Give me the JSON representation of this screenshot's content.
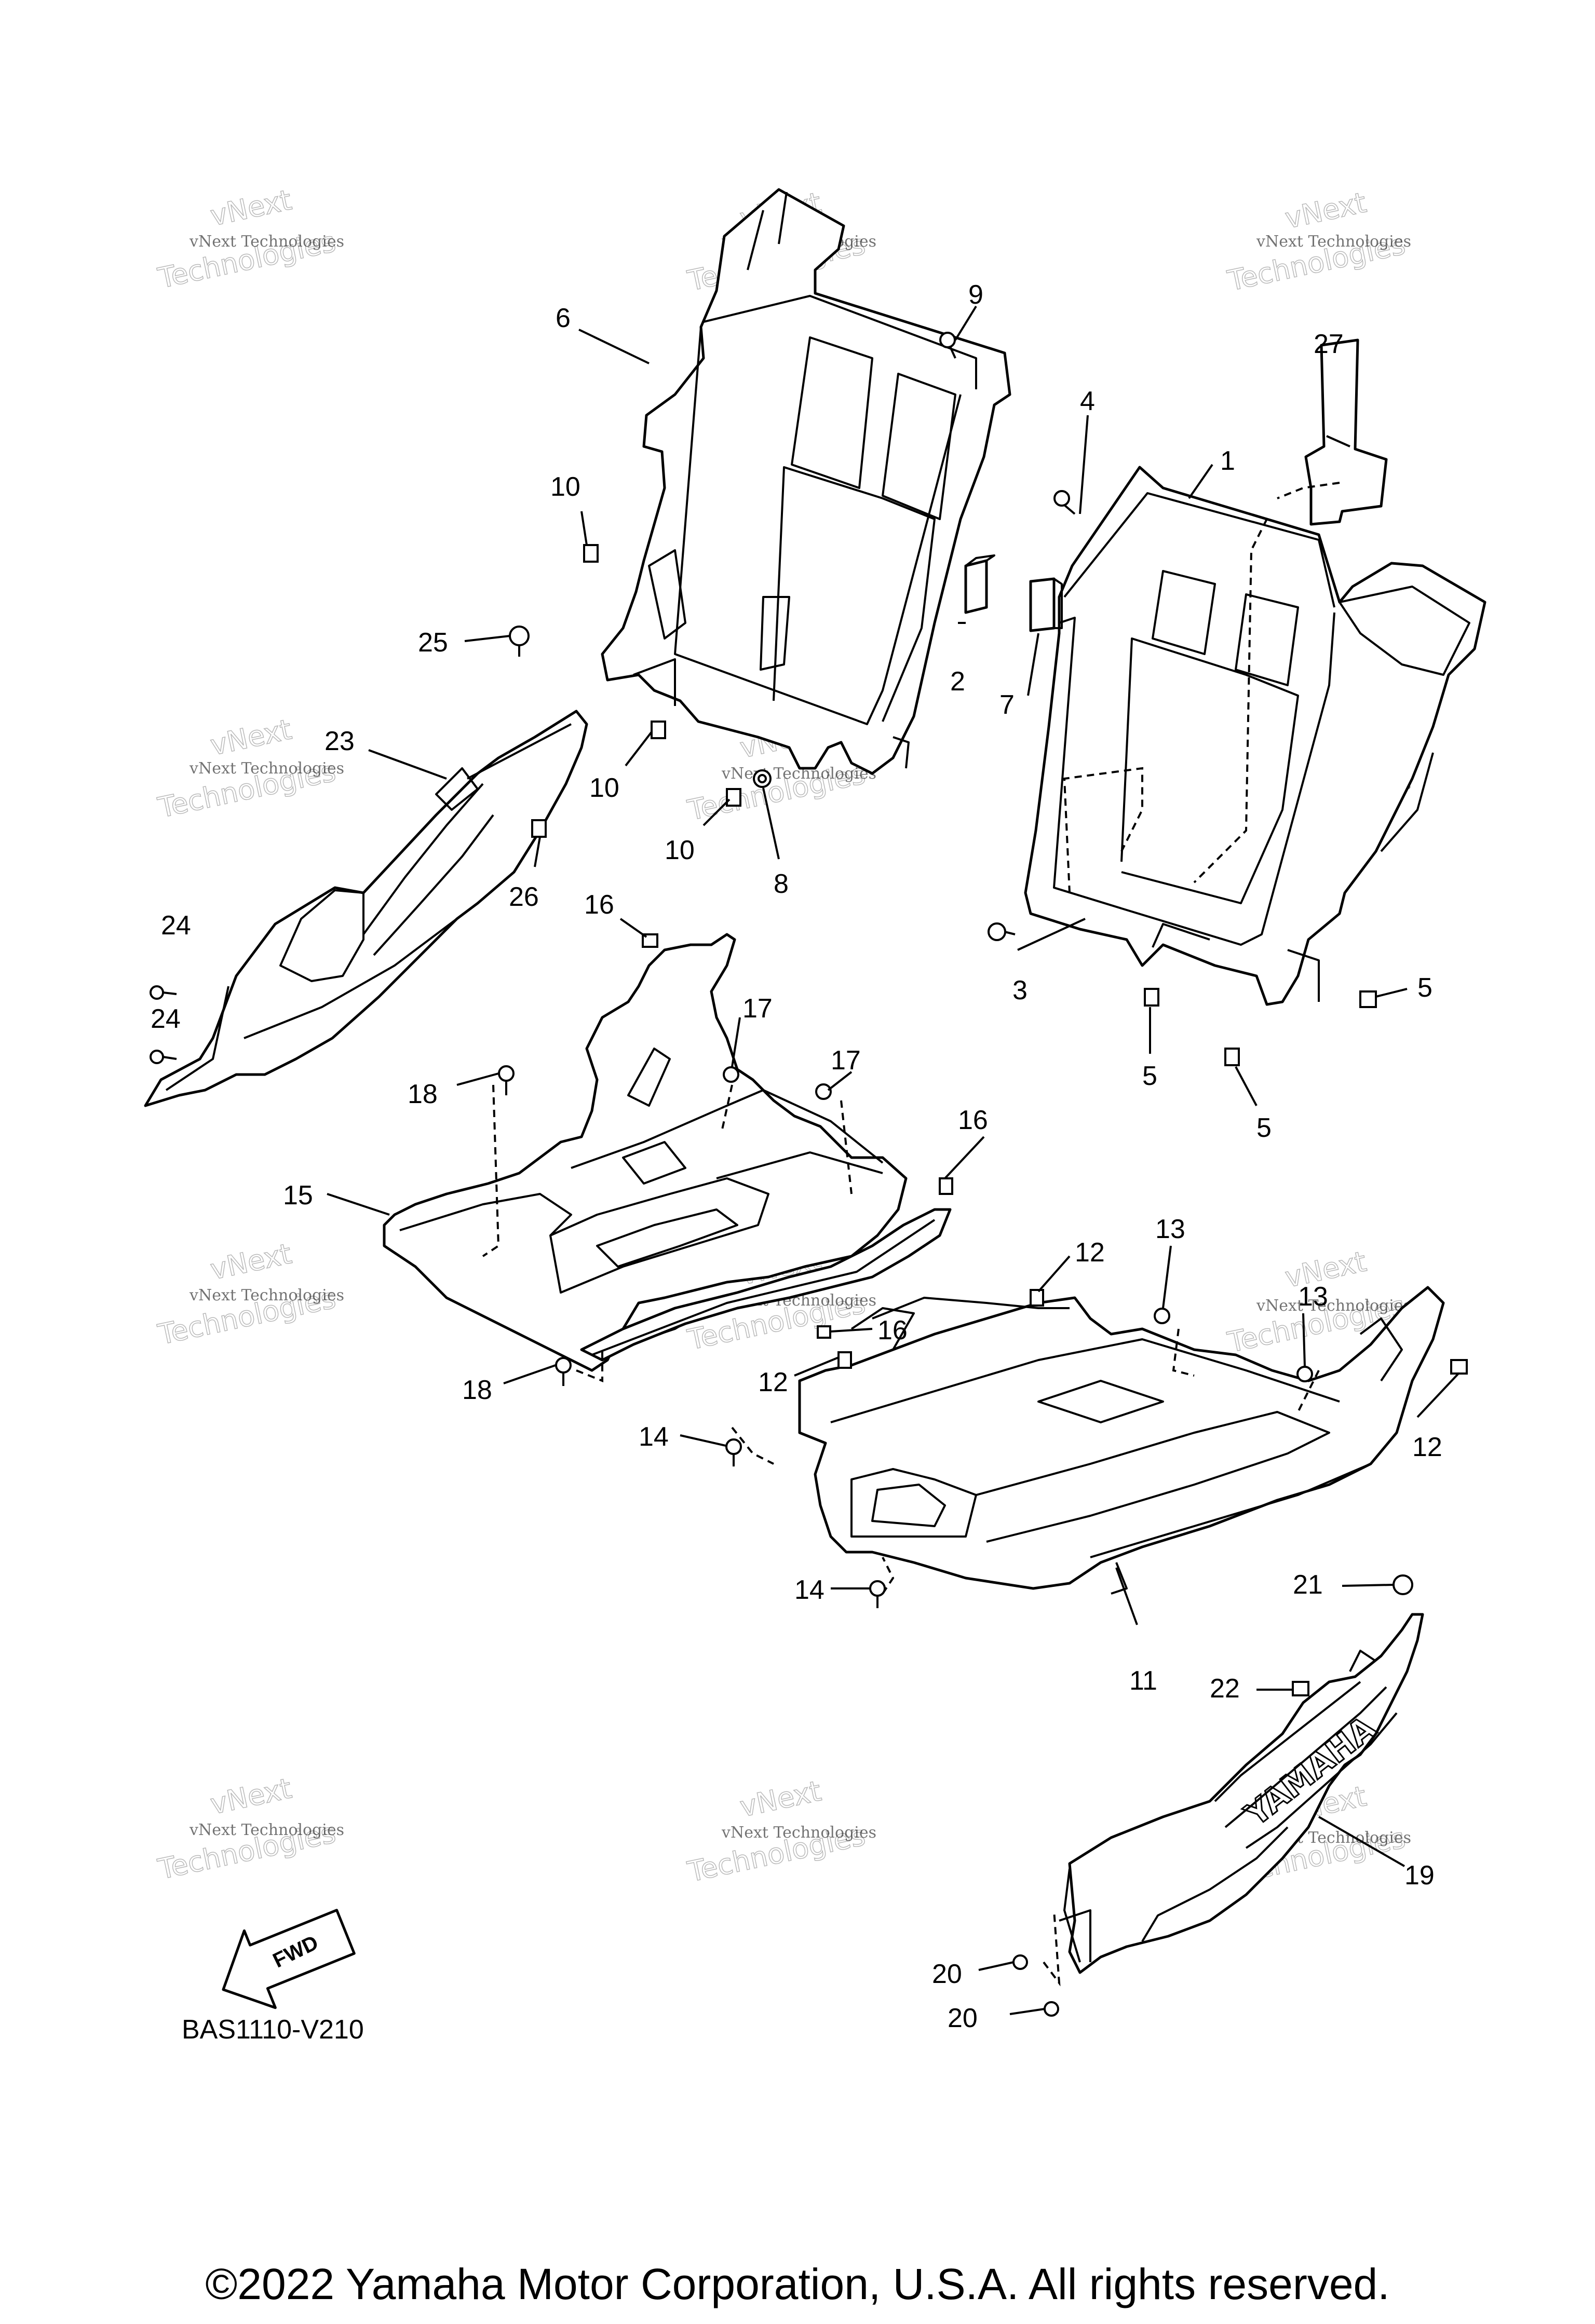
{
  "diagram": {
    "callouts": [
      {
        "id": "c1",
        "text": "1"
      },
      {
        "id": "c2",
        "text": "2"
      },
      {
        "id": "c3",
        "text": "3"
      },
      {
        "id": "c4",
        "text": "4"
      },
      {
        "id": "c5a",
        "text": "5"
      },
      {
        "id": "c5b",
        "text": "5"
      },
      {
        "id": "c5c",
        "text": "5"
      },
      {
        "id": "c6",
        "text": "6"
      },
      {
        "id": "c7",
        "text": "7"
      },
      {
        "id": "c8",
        "text": "8"
      },
      {
        "id": "c9",
        "text": "9"
      },
      {
        "id": "c10a",
        "text": "10"
      },
      {
        "id": "c10b",
        "text": "10"
      },
      {
        "id": "c10c",
        "text": "10"
      },
      {
        "id": "c11",
        "text": "11"
      },
      {
        "id": "c12a",
        "text": "12"
      },
      {
        "id": "c12b",
        "text": "12"
      },
      {
        "id": "c12c",
        "text": "12"
      },
      {
        "id": "c13a",
        "text": "13"
      },
      {
        "id": "c13b",
        "text": "13"
      },
      {
        "id": "c14a",
        "text": "14"
      },
      {
        "id": "c14b",
        "text": "14"
      },
      {
        "id": "c15",
        "text": "15"
      },
      {
        "id": "c16a",
        "text": "16"
      },
      {
        "id": "c16b",
        "text": "16"
      },
      {
        "id": "c16c",
        "text": "16"
      },
      {
        "id": "c17a",
        "text": "17"
      },
      {
        "id": "c17b",
        "text": "17"
      },
      {
        "id": "c18a",
        "text": "18"
      },
      {
        "id": "c18b",
        "text": "18"
      },
      {
        "id": "c19",
        "text": "19"
      },
      {
        "id": "c20a",
        "text": "20"
      },
      {
        "id": "c20b",
        "text": "20"
      },
      {
        "id": "c21",
        "text": "21"
      },
      {
        "id": "c22",
        "text": "22"
      },
      {
        "id": "c23",
        "text": "23"
      },
      {
        "id": "c24a",
        "text": "24"
      },
      {
        "id": "c24b",
        "text": "24"
      },
      {
        "id": "c25",
        "text": "25"
      },
      {
        "id": "c26",
        "text": "26"
      },
      {
        "id": "c27",
        "text": "27"
      }
    ],
    "fwd_label": "FWD",
    "logo_text": "YAMAHA",
    "diagram_code": "BAS1110-V210",
    "watermark": {
      "line1": "vNext Technologies",
      "line2": "vNext",
      "line3": "Technologies"
    }
  },
  "footer": {
    "copyright": "©2022 Yamaha Motor Corporation, U.S.A. All rights reserved."
  }
}
